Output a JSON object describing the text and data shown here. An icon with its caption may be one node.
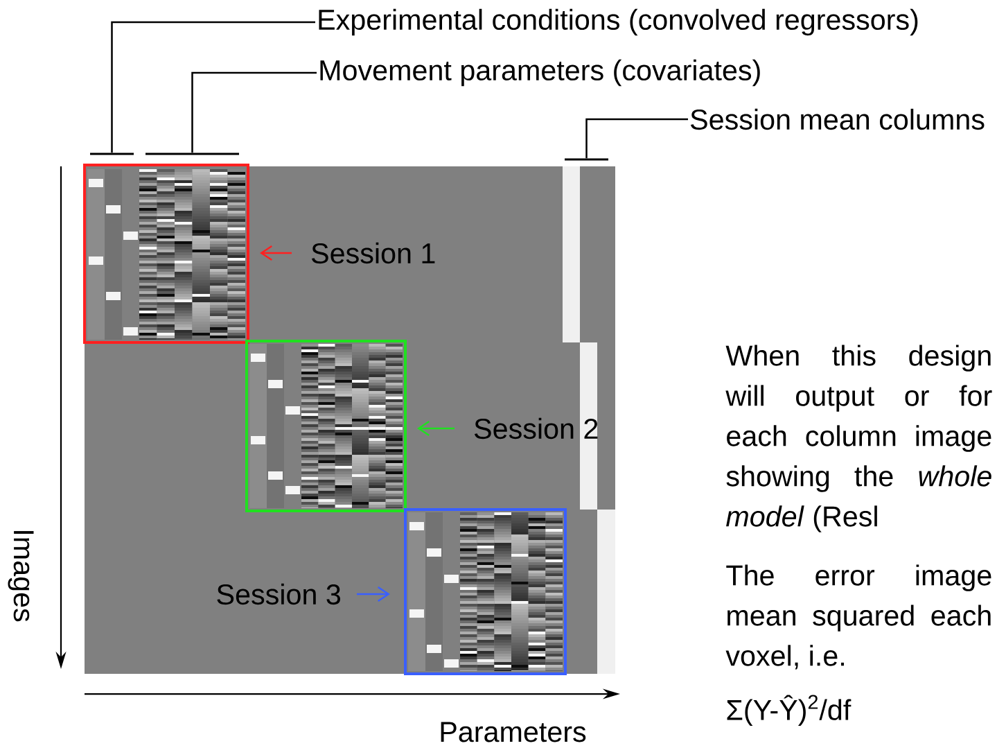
{
  "diagram": {
    "nodes": [
      {
        "text": [
          "Experimental conditions (convolved regressors)"
        ]
      },
      {
        "text": [
          "Movement parameters (covariates)"
        ]
      },
      {
        "text": [
          "Session mean columns"
        ]
      },
      {
        "text": [],
        "shape": "bar"
      },
      {
        "text": [],
        "shape": "bar"
      },
      {
        "text": [],
        "shape": "bar"
      },
      {
        "text": [
          "Session 1"
        ]
      },
      {
        "text": [],
        "shape": "box"
      },
      {
        "text": [
          "Session 2"
        ]
      },
      {
        "text": [],
        "shape": "box"
      },
      {
        "text": [
          "Session 3"
        ]
      },
      {
        "text": [],
        "shape": "box"
      }
    ],
    "edges": [
      {
        "from": 0,
        "to": 3,
        "arrow": "none"
      },
      {
        "from": 1,
        "to": 4,
        "arrow": "none"
      },
      {
        "from": 2,
        "to": 5,
        "arrow": "none"
      },
      {
        "from": 6,
        "to": 7,
        "arrow": "to",
        "color": "#ff2020"
      },
      {
        "from": 8,
        "to": 9,
        "arrow": "to",
        "color": "#20e020"
      },
      {
        "from": 10,
        "to": 11,
        "arrow": "to",
        "color": "#3a5fff"
      }
    ],
    "labels": [
      "Images",
      "Parameters",
      "When this design will output or for each column image showing the *whole model* (Resl",
      "The error image mean squared each voxel, i.e.",
      "Σ(Y-Ŷ)$^{2}$/df"
    ]
  }
}
